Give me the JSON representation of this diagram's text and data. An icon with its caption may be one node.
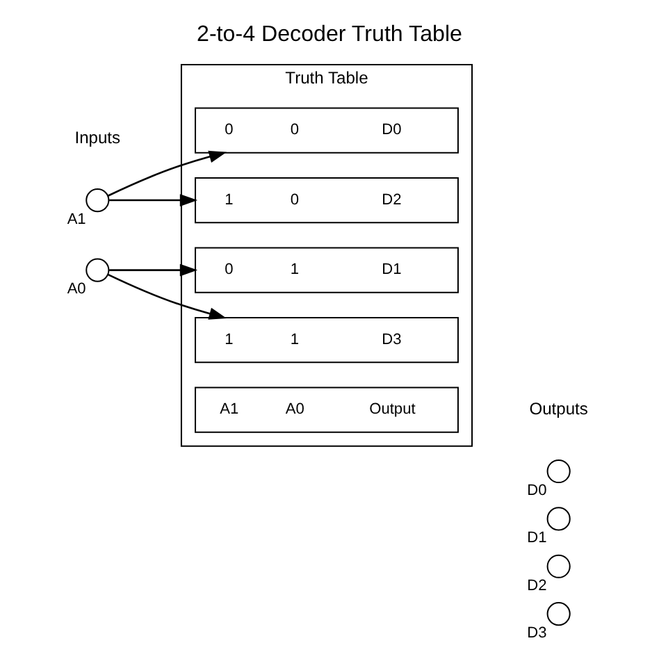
{
  "diagram": {
    "title": "2-to-4 Decoder Truth Table",
    "nodes": [
      {
        "text": [
          "Truth Table"
        ]
      },
      {
        "text": [
          "A1",
          "A0",
          "Output"
        ],
        "in": 0
      },
      {
        "text": [
          "0",
          "0",
          "D0"
        ],
        "in": 0
      },
      {
        "text": [
          "0",
          "1",
          "D1"
        ],
        "in": 0
      },
      {
        "text": [
          "1",
          "0",
          "D2"
        ],
        "in": 0
      },
      {
        "text": [
          "1",
          "1",
          "D3"
        ],
        "in": 0
      },
      {
        "text": [
          "A1"
        ]
      },
      {
        "text": [
          "A0"
        ]
      },
      {
        "text": [
          "D0"
        ]
      },
      {
        "text": [
          "D1"
        ]
      },
      {
        "text": [
          "D2"
        ]
      },
      {
        "text": [
          "D3"
        ]
      }
    ],
    "edges": [
      {
        "from": 6,
        "to": 2,
        "arrow": "to"
      },
      {
        "from": 6,
        "to": 4,
        "arrow": "to"
      },
      {
        "from": 7,
        "to": 3,
        "arrow": "to"
      },
      {
        "from": 7,
        "to": 5,
        "arrow": "to"
      }
    ],
    "labels": [
      "Inputs",
      "Outputs"
    ]
  }
}
